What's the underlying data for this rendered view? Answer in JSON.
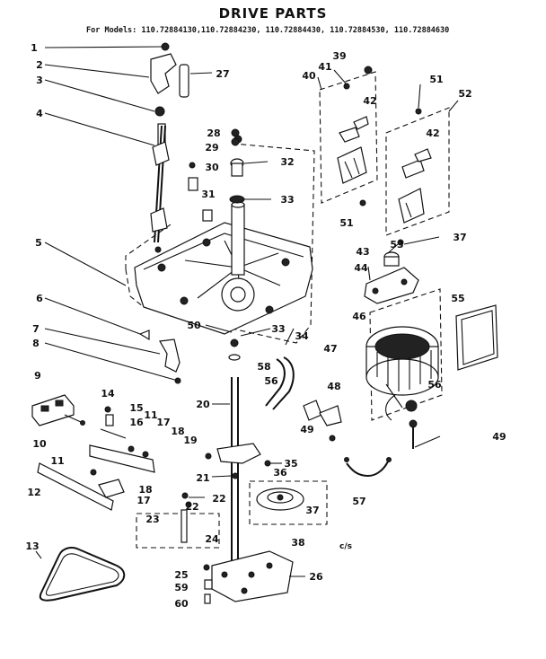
{
  "diagram": {
    "title": "DRIVE PARTS",
    "subtitle": "For Models: 110.72884130,110.72884230, 110.72884430, 110.72884530, 110.72884630",
    "code": "c/s"
  },
  "callouts": [
    "1",
    "2",
    "3",
    "4",
    "5",
    "6",
    "7",
    "8",
    "9",
    "10",
    "11",
    "12",
    "13",
    "14",
    "15",
    "16",
    "11",
    "17",
    "18",
    "17",
    "18",
    "19",
    "20",
    "21",
    "22",
    "22",
    "23",
    "24",
    "25",
    "26",
    "27",
    "28",
    "29",
    "30",
    "31",
    "32",
    "33",
    "33",
    "34",
    "35",
    "36",
    "37",
    "37",
    "38",
    "39",
    "40",
    "41",
    "42",
    "42",
    "43",
    "44",
    "46",
    "47",
    "48",
    "49",
    "49",
    "50",
    "51",
    "51",
    "52",
    "53",
    "55",
    "56",
    "56",
    "57",
    "58",
    "59",
    "60"
  ]
}
